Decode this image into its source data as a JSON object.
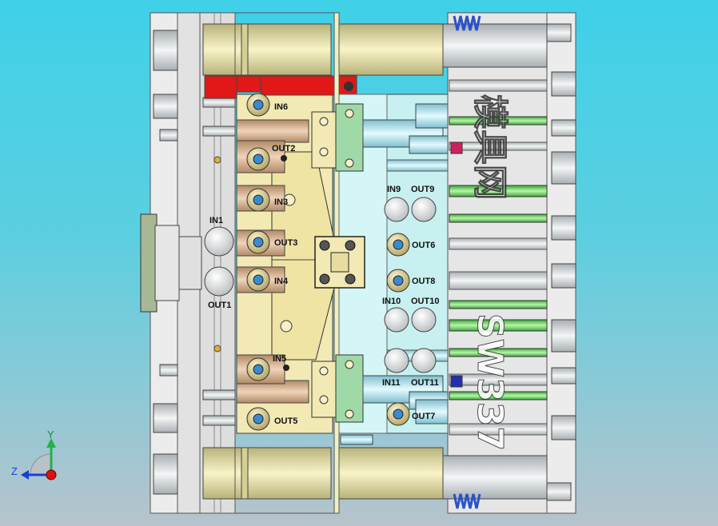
{
  "port_labels": {
    "in6": "IN6",
    "out2": "OUT2",
    "in3": "IN3",
    "out3": "OUT3",
    "in4": "IN4",
    "in5": "IN5",
    "out5": "OUT5",
    "in1": "IN1",
    "out1": "OUT1",
    "in9": "IN9",
    "out9": "OUT9",
    "in10": "IN10",
    "out10": "OUT10",
    "in11": "IN11",
    "out11": "OUT11",
    "out6": "OUT6",
    "out7": "OUT7",
    "out8": "OUT8"
  },
  "watermark": {
    "line1": "模具网",
    "line2": "SW337"
  },
  "axes": {
    "y": "Y",
    "z": "Z",
    "y_color": "#22b14c",
    "z_color": "#1a3fd6",
    "origin_color": "#e01010"
  },
  "colors": {
    "plate_fill": "#e8e8e8",
    "cavity_fill": "#f2e9b4",
    "slider_fill": "#c8f0f0",
    "green_block": "#9fd9a8",
    "red_block": "#e01818",
    "rod_fill": "#e8e4a8",
    "pipe_fill": "#d8b89a"
  }
}
